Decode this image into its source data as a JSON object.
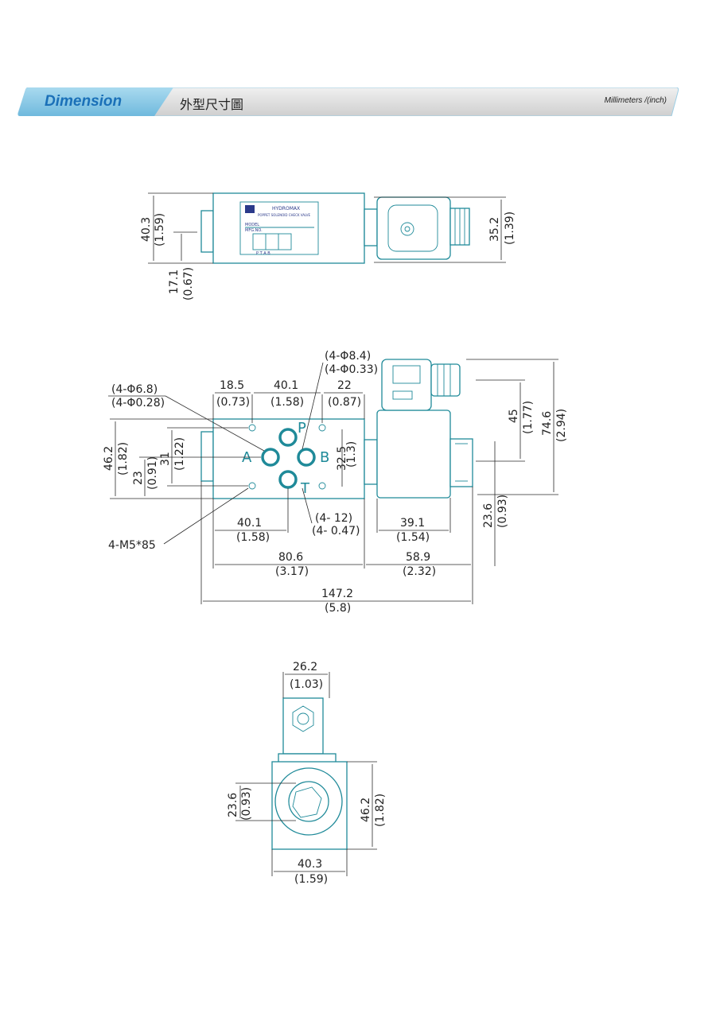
{
  "header": {
    "title_en": "Dimension",
    "title_zh": "外型尺寸圖",
    "units": "Millimeters /(inch)"
  },
  "colors": {
    "accent": "#1f8a99",
    "header_blue": "#8ccbe6",
    "header_gray": "#dcdcdc",
    "title_blue": "#1a70b8"
  },
  "plate": {
    "brand": "HYDROMAX",
    "subtitle": "POPPET SOLENOID CHECK VALVE",
    "model": "MODEL",
    "mfg": "MFG.NO.",
    "ports": "P T A B"
  },
  "top_view": {
    "d1": "40.3",
    "d1_in": "(1.59)",
    "d2": "17.1",
    "d2_in": "(0.67)",
    "d3": "35.2",
    "d3_in": "(1.39)"
  },
  "front_view": {
    "hole_large": "(4-Φ8.4)",
    "hole_large_in": "(4-Φ0.33)",
    "hole_small": "(4-Φ6.8)",
    "hole_small_in": "(4-Φ0.28)",
    "d18": "18.5",
    "d18_in": "(0.73)",
    "d40a": "40.1",
    "d40a_in": "(1.58)",
    "d22": "22",
    "d22_in": "(0.87)",
    "d46": "46.2",
    "d46_in": "(1.82)",
    "d31": "31",
    "d31_in": "(1.22)",
    "d23": "23",
    "d23_in": "(0.91)",
    "d325": "32.5",
    "d325_in": "(1.3)",
    "screw": "4-M5*85",
    "d40b": "40.1",
    "d40b_in": "(1.58)",
    "o12": "(4-   12)",
    "o12_in": "(4-   0.47)",
    "d39": "39.1",
    "d39_in": "(1.54)",
    "d236": "23.6",
    "d236_in": "(0.93)",
    "d45": "45",
    "d45_in": "(1.77)",
    "d746": "74.6",
    "d746_in": "(2.94)",
    "d806": "80.6",
    "d806_in": "(3.17)",
    "d589": "58.9",
    "d589_in": "(2.32)",
    "d1472": "147.2",
    "d1472_in": "(5.8)",
    "port_p": "P",
    "port_a": "A",
    "port_b": "B",
    "port_t": "T"
  },
  "side_view": {
    "d262": "26.2",
    "d262_in": "(1.03)",
    "d236": "23.6",
    "d236_in": "(0.93)",
    "d462": "46.2",
    "d462_in": "(1.82)",
    "d403": "40.3",
    "d403_in": "(1.59)"
  }
}
